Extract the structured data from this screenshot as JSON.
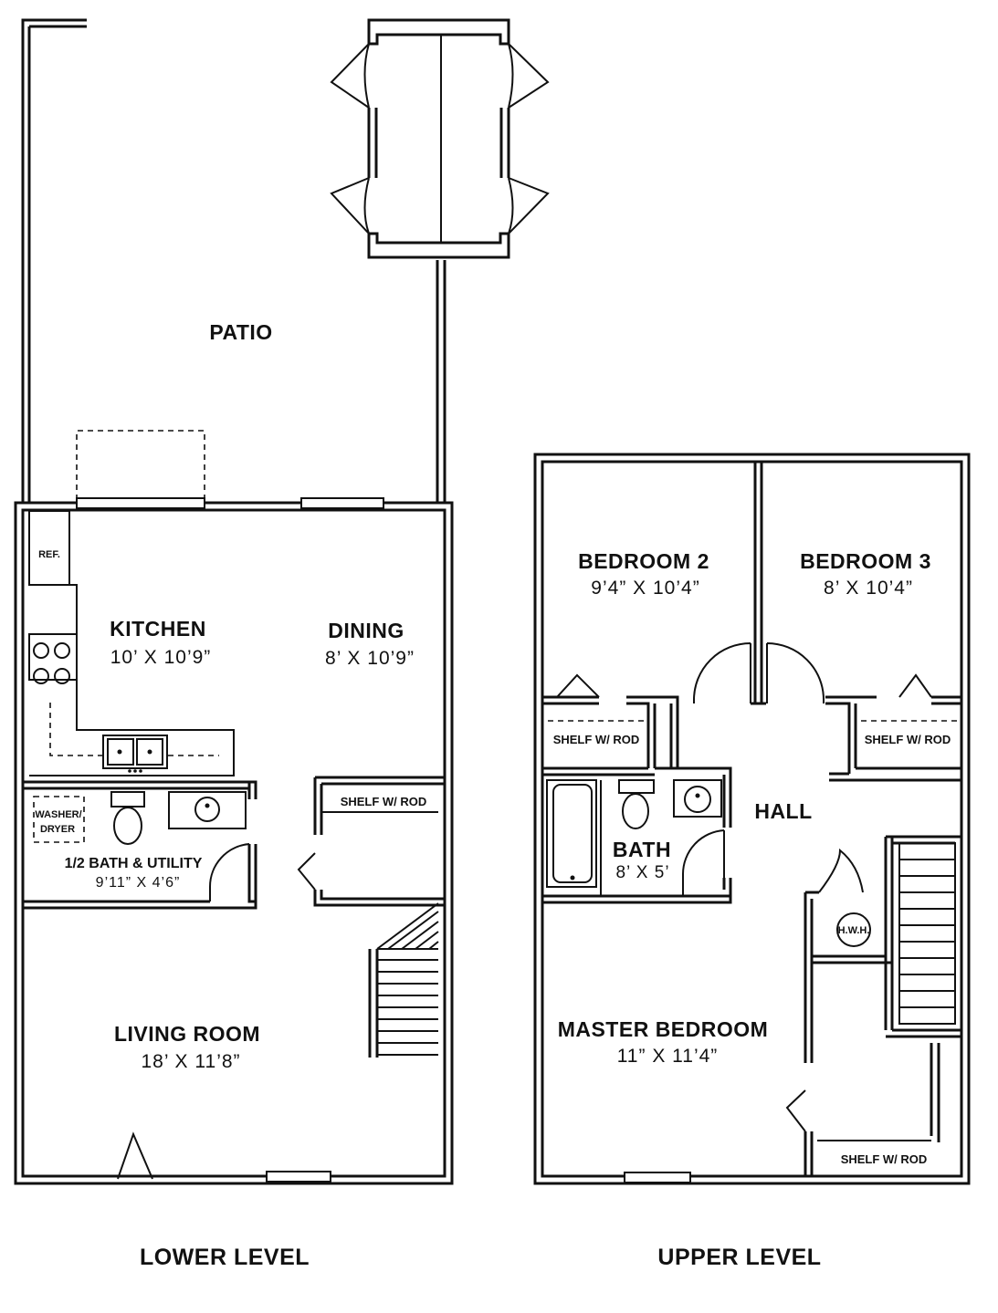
{
  "lower_level": {
    "title": "LOWER LEVEL",
    "patio": "PATIO",
    "ref": "REF.",
    "kitchen": {
      "name": "KITCHEN",
      "dims": "10’ X 10’9”"
    },
    "dining": {
      "name": "DINING",
      "dims": "8’ X 10’9”"
    },
    "shelf": "SHELF W/ ROD",
    "washer_dryer": [
      "WASHER/",
      "DRYER"
    ],
    "half_bath": {
      "name": "1/2 BATH & UTILITY",
      "dims": "9’11” X 4’6”"
    },
    "living_room": {
      "name": "LIVING ROOM",
      "dims": "18’ X 11’8”"
    }
  },
  "upper_level": {
    "title": "UPPER LEVEL",
    "bedroom2": {
      "name": "BEDROOM 2",
      "dims": "9’4” X 10’4”"
    },
    "bedroom3": {
      "name": "BEDROOM 3",
      "dims": "8’ X 10’4”"
    },
    "shelf_left": "SHELF W/ ROD",
    "shelf_right": "SHELF W/ ROD",
    "shelf_master": "SHELF W/ ROD",
    "hall": "HALL",
    "bath": {
      "name": "BATH",
      "dims": "8’ X 5’"
    },
    "hwh": "H.W.H.",
    "master_bedroom": {
      "name": "MASTER BEDROOM",
      "dims": "11” X 11’4”"
    }
  }
}
